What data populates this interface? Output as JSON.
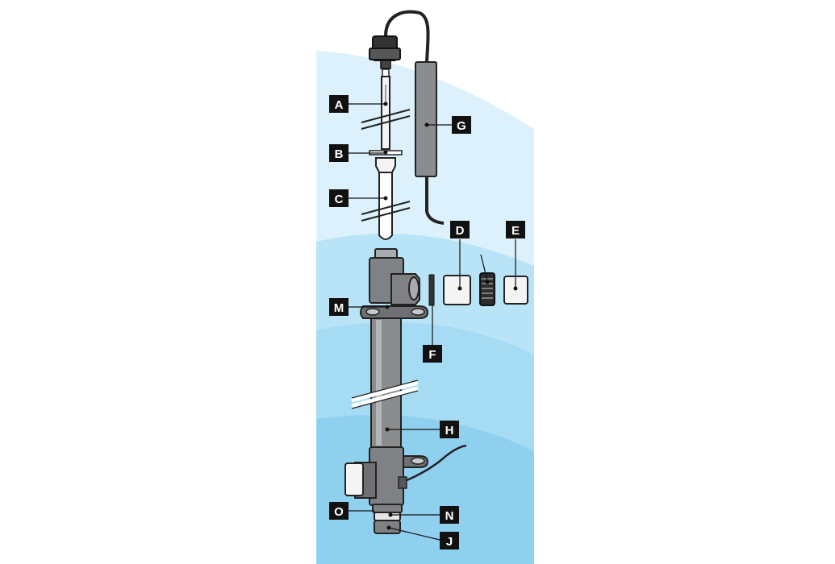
{
  "palette": {
    "sky_light": "#dcf1fb",
    "water_mid": "#b9e3f6",
    "water_deep": "#93d2f0",
    "water_deepest": "#7fc8ec",
    "housing_gray": "#7f8184",
    "housing_light": "#a9abad",
    "housing_dark": "#555759",
    "outline": "#222222",
    "glass": "#f4f4f4",
    "label_bg": "#111111",
    "label_fg": "#ffffff"
  },
  "callouts": {
    "A": "A",
    "B": "B",
    "C": "C",
    "D": "D",
    "E": "E",
    "F": "F",
    "G": "G",
    "H": "H",
    "J": "J",
    "M": "M",
    "N": "N",
    "O": "O"
  }
}
